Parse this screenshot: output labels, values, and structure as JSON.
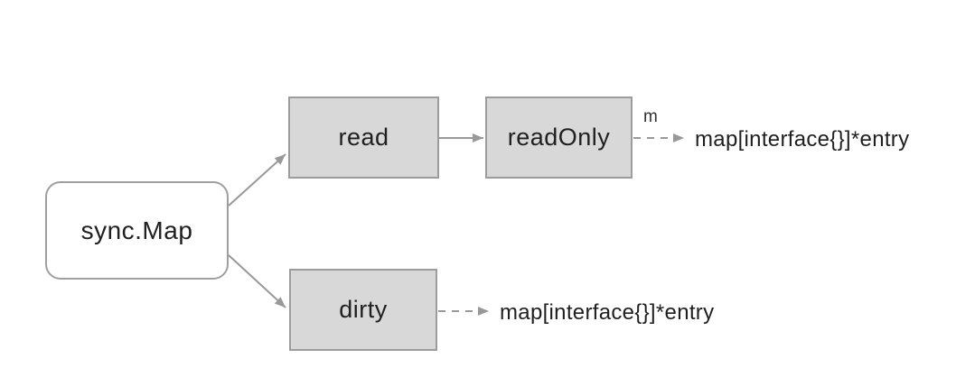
{
  "colors": {
    "canvas_bg": "#ffffff",
    "box_fill": "#d8d8d8",
    "box_border": "#9c9c9c",
    "node_fill": "#ffffff",
    "node_border": "#9f9f9f",
    "arrow_color": "#999999",
    "text_color": "#1f1f1f",
    "label_color": "#333333"
  },
  "nodes": {
    "sync_map": {
      "label": "sync.Map"
    },
    "read": {
      "label": "read"
    },
    "read_only": {
      "label": "readOnly"
    },
    "dirty": {
      "label": "dirty"
    }
  },
  "edges": {
    "readonly_field": {
      "label": "m",
      "value": "map[interface{}]*entry"
    },
    "dirty_field": {
      "value": "map[interface{}]*entry"
    }
  }
}
